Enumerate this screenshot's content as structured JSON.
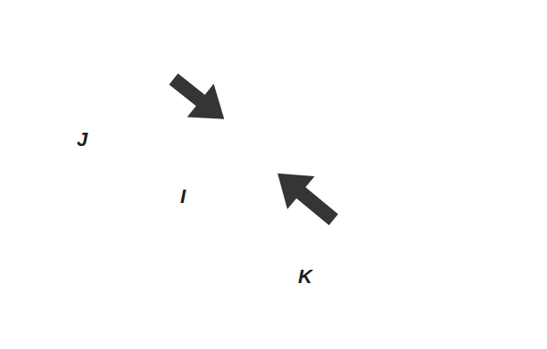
{
  "diagram": {
    "nodes": [
      {
        "text": [
          "J"
        ]
      },
      {
        "text": [
          "I"
        ]
      },
      {
        "text": [
          "K"
        ]
      }
    ],
    "edges": [
      {
        "from": 0,
        "to": 1,
        "arrow": "to"
      },
      {
        "from": 2,
        "to": 1,
        "arrow": "to"
      }
    ]
  }
}
